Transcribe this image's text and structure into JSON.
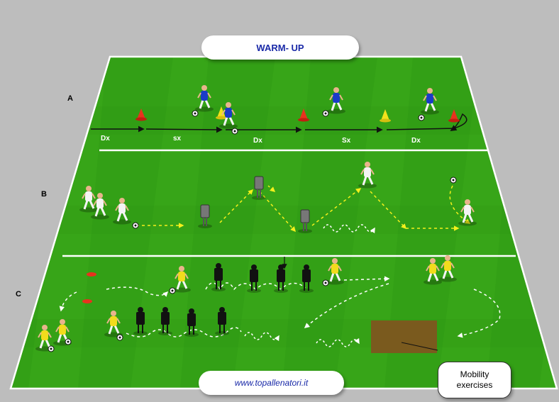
{
  "title": "WARM- UP",
  "website": "www.topallenatori.it",
  "callout": "Mobility\nexercises",
  "rows": [
    {
      "label": "A",
      "directions": [
        "Dx",
        "sx",
        "Dx",
        "Sx",
        "Dx"
      ]
    },
    {
      "label": "B"
    },
    {
      "label": "C"
    }
  ],
  "colors": {
    "pitch_light": "#3fae1c",
    "pitch_dark": "#2f8f12",
    "lines": "#ffffff",
    "title_text": "#1a2aa8",
    "team_blue": "#1a3cc8",
    "team_yellow": "#f2dc1c",
    "team_white": "#f4f4f4",
    "cone_red": "#e8321e",
    "cone_yellow": "#f2e21c",
    "mobility_zone": "#7a5a1e",
    "dashed_path": "#ffffff",
    "arrow_yellow": "#f4f01c"
  },
  "icons": [
    "cone-icon",
    "ball-icon",
    "mannequin-icon",
    "player-icon"
  ]
}
